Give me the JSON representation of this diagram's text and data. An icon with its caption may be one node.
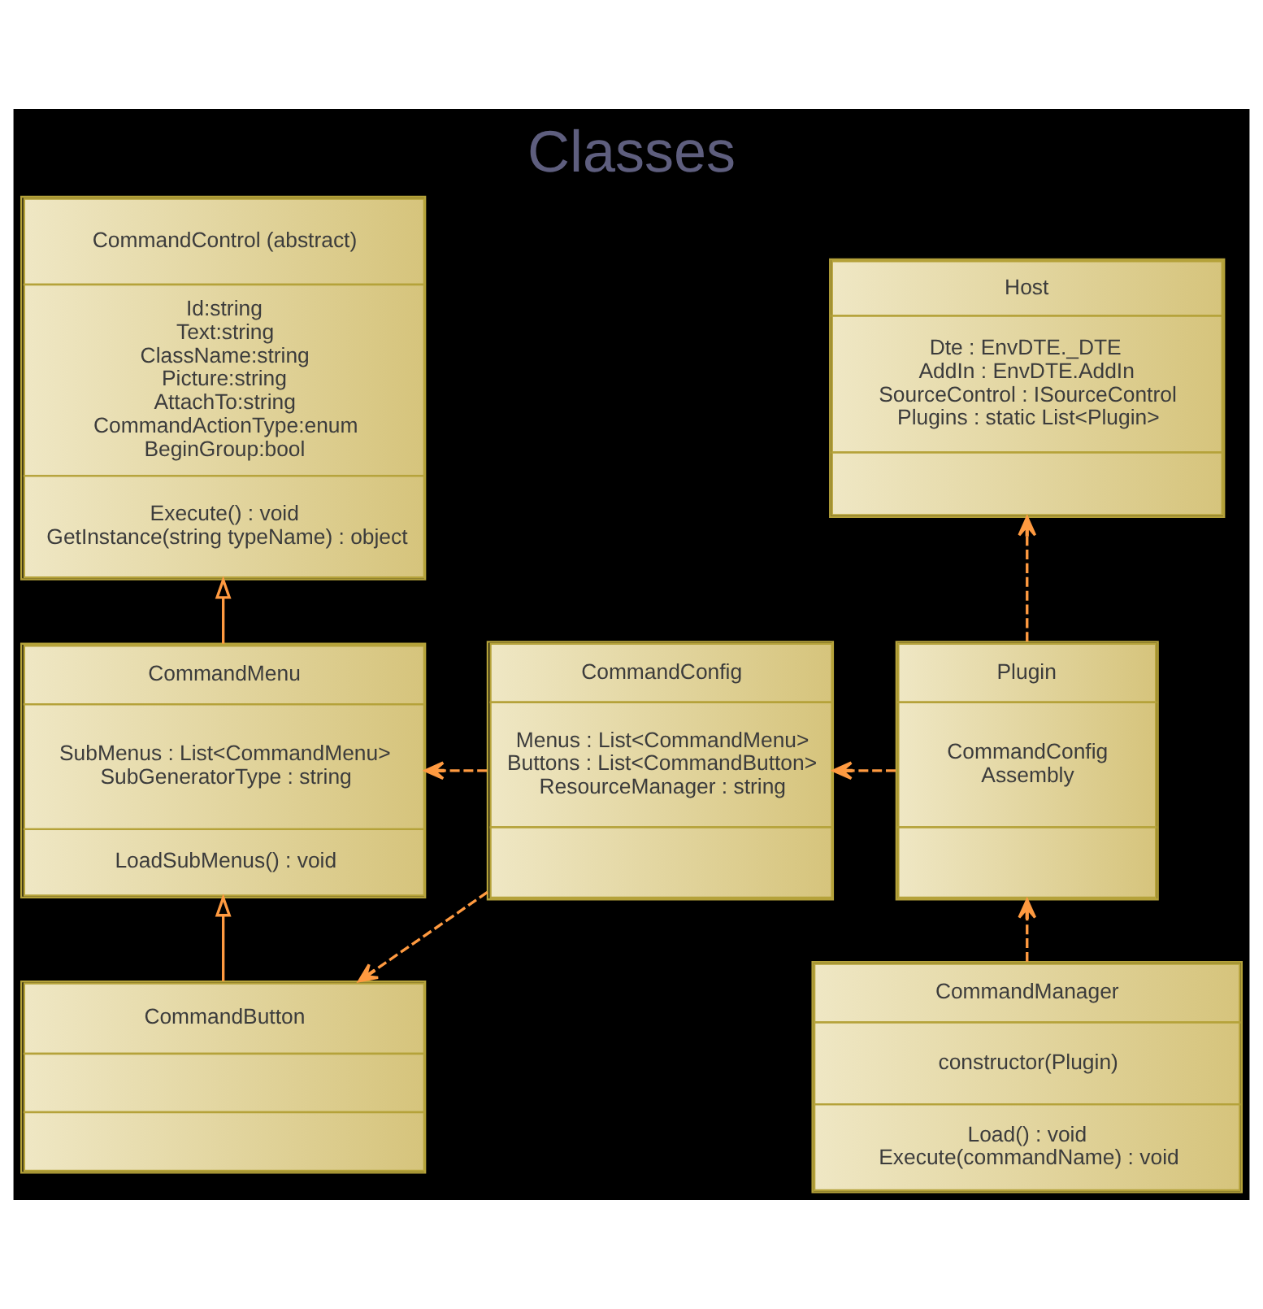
{
  "diagram": {
    "title": "Classes",
    "nodes": [
      {
        "text": [
          "CommandControl (abstract)",
          "Id:string Text:string ClassName:string Picture:string AttachTo:string CommandActionType:enum BeginGroup:bool",
          "Execute() : void GetInstance(string typeName) : object"
        ]
      },
      {
        "text": [
          "Host",
          "Dte : EnvDTE._DTE AddIn : EnvDTE.AddIn SourceControl : ISourceControl Plugins : static List<Plugin>"
        ]
      },
      {
        "text": [
          "CommandMenu",
          "SubMenus : List<CommandMenu> SubGeneratorType : string",
          "LoadSubMenus() : void"
        ]
      },
      {
        "text": [
          "CommandConfig",
          "Menus : List<CommandMenu> Buttons : List<CommandButton> ResourceManager : string"
        ]
      },
      {
        "text": [
          "Plugin",
          "CommandConfig Assembly"
        ]
      },
      {
        "text": [
          "CommandButton"
        ]
      },
      {
        "text": [
          "CommandManager",
          "constructor(Plugin)",
          "Load() : void Execute(commandName) : void"
        ]
      }
    ],
    "edges": [
      {
        "from": 2,
        "to": 0,
        "arrow": "to"
      },
      {
        "from": 5,
        "to": 2,
        "arrow": "to"
      },
      {
        "from": 3,
        "to": 2,
        "arrow": "to",
        "style": "dashed"
      },
      {
        "from": 4,
        "to": 3,
        "arrow": "to",
        "style": "dashed"
      },
      {
        "from": 4,
        "to": 1,
        "arrow": "to",
        "style": "dashed"
      },
      {
        "from": 3,
        "to": 5,
        "arrow": "to",
        "style": "dashed"
      },
      {
        "from": 6,
        "to": 4,
        "arrow": "to",
        "style": "dashed"
      }
    ]
  }
}
